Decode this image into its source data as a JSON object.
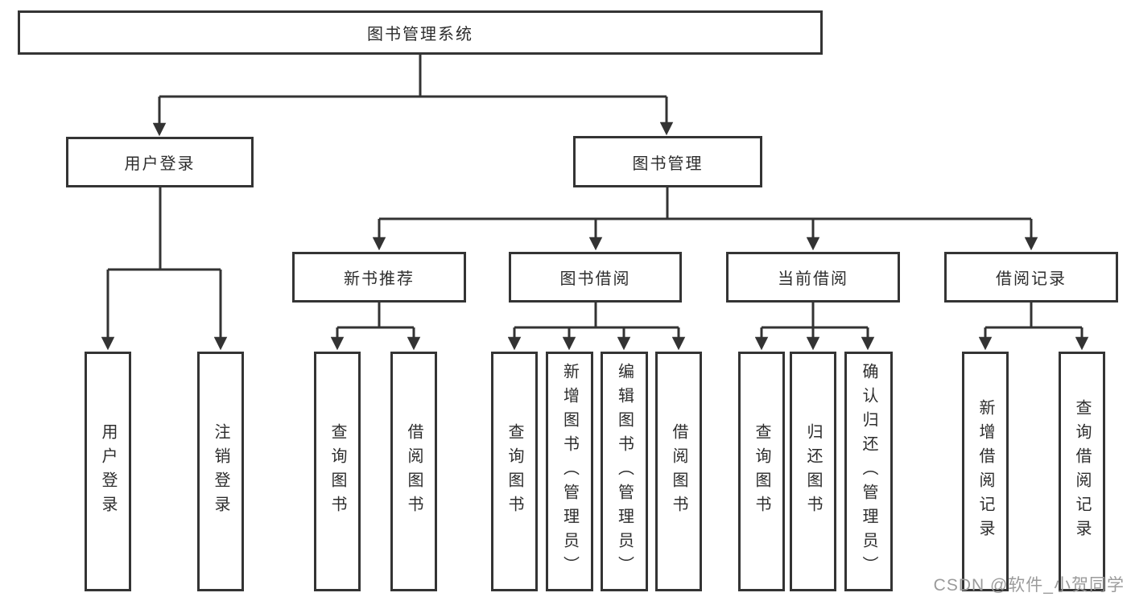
{
  "diagram": {
    "tree": {
      "root": {
        "label": "图书管理系统"
      },
      "branches": [
        {
          "label": "用户登录",
          "children": [
            {
              "label": "用户登录"
            },
            {
              "label": "注销登录"
            }
          ]
        },
        {
          "label": "图书管理",
          "children": [
            {
              "label": "新书推荐",
              "children": [
                {
                  "label": "查询图书"
                },
                {
                  "label": "借阅图书"
                }
              ]
            },
            {
              "label": "图书借阅",
              "children": [
                {
                  "label": "查询图书"
                },
                {
                  "label": "新增图书（管理员）"
                },
                {
                  "label": "编辑图书（管理员）"
                },
                {
                  "label": "借阅图书"
                }
              ]
            },
            {
              "label": "当前借阅",
              "children": [
                {
                  "label": "查询图书"
                },
                {
                  "label": "归还图书"
                },
                {
                  "label": "确认归还（管理员）"
                }
              ]
            },
            {
              "label": "借阅记录",
              "children": [
                {
                  "label": "新增借阅记录"
                },
                {
                  "label": "查询借阅记录"
                }
              ]
            }
          ]
        }
      ]
    },
    "colors": {
      "line": "#333333",
      "box_border": "#343434",
      "text": "#2d2d2d",
      "watermark": "#9b9b9b",
      "background": "#ffffff"
    },
    "watermark": "CSDN @软件_小贺同学"
  }
}
